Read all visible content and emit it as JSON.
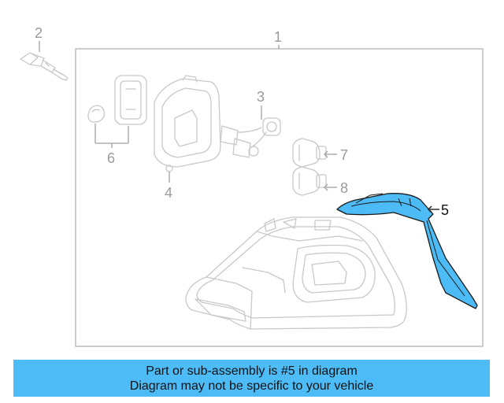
{
  "callouts": {
    "c1": "1",
    "c2": "2",
    "c3": "3",
    "c4": "4",
    "c5": "5",
    "c6": "6",
    "c7": "7",
    "c8": "8"
  },
  "highlight_part": "5",
  "colors": {
    "highlight_fill": "#4dbbf5",
    "highlight_stroke": "#1a1a1a",
    "ghost_stroke": "#c8c8c8",
    "info_bar": "#4dbbf5"
  },
  "info": {
    "line1": "Part or sub-assembly is #5 in diagram",
    "line2": "Diagram may not be specific to your vehicle"
  }
}
